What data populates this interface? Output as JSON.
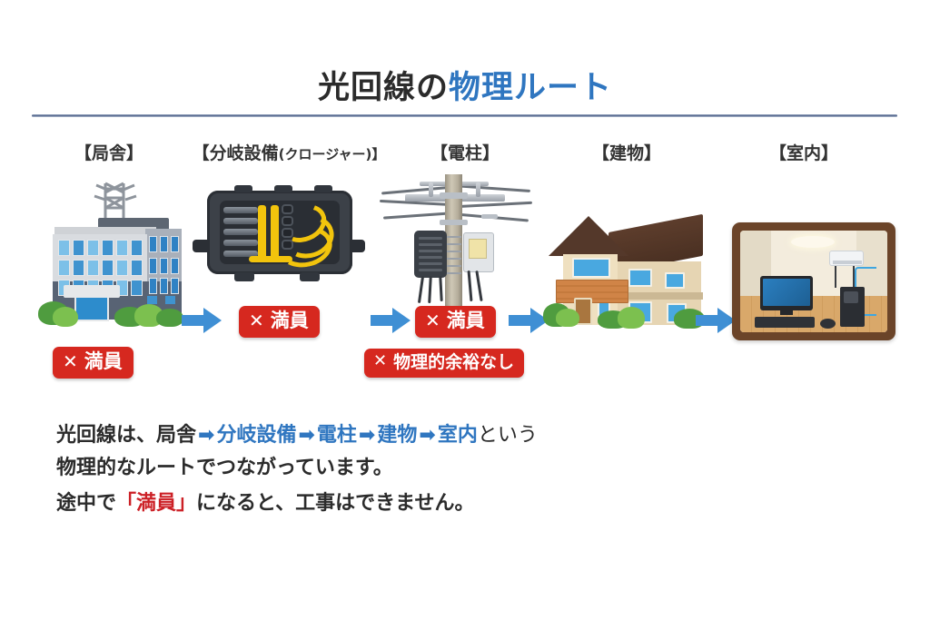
{
  "title": {
    "plain": "光回線の",
    "accent": "物理ルート"
  },
  "stages": [
    {
      "id": "station",
      "label_main": "【局舎】",
      "label_sub": "",
      "art": "telecom-office-building",
      "badges": [
        "✕ 満員"
      ]
    },
    {
      "id": "closure",
      "label_main": "【分岐設備",
      "label_sub": "(クロージャー)】",
      "art": "fiber-closure-box",
      "badges": [
        "✕ 満員"
      ]
    },
    {
      "id": "pole",
      "label_main": "【電柱】",
      "label_sub": "",
      "art": "utility-pole",
      "badges": [
        "✕ 満員",
        "✕ 物理的余裕なし"
      ]
    },
    {
      "id": "building",
      "label_main": "【建物】",
      "label_sub": "",
      "art": "house",
      "badges": []
    },
    {
      "id": "indoor",
      "label_main": "【室内】",
      "label_sub": "",
      "art": "room-interior",
      "badges": []
    }
  ],
  "badges": {
    "full_x": "✕",
    "full_label": "満員",
    "no_capacity_x": "✕",
    "no_capacity_label": "物理的余裕なし"
  },
  "paragraph": {
    "line1_a": "光回線は、局舎",
    "line1_arrow1": "➡",
    "line1_b": "分岐設備",
    "line1_arrow2": "➡",
    "line1_c": "電柱",
    "line1_arrow3": "➡",
    "line1_d": "建物",
    "line1_arrow4": "➡",
    "line1_e": "室内",
    "line1_f": "という",
    "line2": "物理的なルートでつながっています。",
    "line3_a": "途中で",
    "line3_red": "「満員」",
    "line3_b": "になると、工事はできません。"
  },
  "colors": {
    "accent_blue": "#2f76c0",
    "arrow_blue": "#3f8fd4",
    "badge_red": "#d6281f",
    "text_red": "#cc2026",
    "text_dark": "#2b2b2b",
    "rule": "#4d6085",
    "background": "#ffffff"
  },
  "arrows": {
    "glyph": "right-arrow",
    "count": 4
  }
}
